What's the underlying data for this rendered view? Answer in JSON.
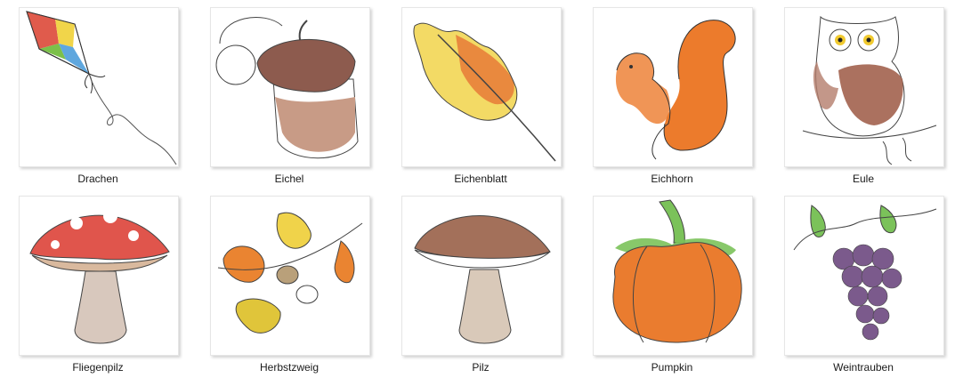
{
  "files": [
    {
      "name": "Drachen",
      "icon": "kite-icon"
    },
    {
      "name": "Eichel",
      "icon": "acorn-icon"
    },
    {
      "name": "Eichenblatt",
      "icon": "oak-leaf-icon"
    },
    {
      "name": "Eichhorn",
      "icon": "squirrel-icon"
    },
    {
      "name": "Eule",
      "icon": "owl-icon"
    },
    {
      "name": "Fliegenpilz",
      "icon": "fly-agaric-icon"
    },
    {
      "name": "Herbstzweig",
      "icon": "autumn-branch-icon"
    },
    {
      "name": "Pilz",
      "icon": "mushroom-icon"
    },
    {
      "name": "Pumpkin",
      "icon": "pumpkin-icon"
    },
    {
      "name": "Weintrauben",
      "icon": "grapes-icon"
    }
  ]
}
